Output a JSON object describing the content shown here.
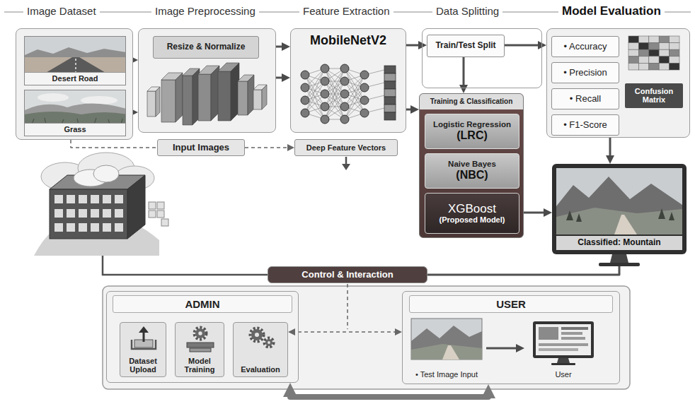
{
  "diagram": {
    "nodes": [
      {
        "text": [
          "Image Dataset"
        ]
      },
      {
        "text": [
          "Desert Road"
        ],
        "in": 0
      },
      {
        "text": [
          "Grass"
        ],
        "in": 0
      },
      {
        "text": [
          "Image Preprocessing"
        ]
      },
      {
        "text": [
          "Resize & Normalize"
        ],
        "in": 3
      },
      {
        "text": [
          "Feature Extraction",
          "MobileNetV2"
        ]
      },
      {
        "text": [
          "Data Splitting"
        ]
      },
      {
        "text": [
          "Train/Test Split"
        ],
        "in": 6
      },
      {
        "text": [
          "Model Evaluation"
        ]
      },
      {
        "text": [
          "• Accuracy"
        ],
        "in": 8
      },
      {
        "text": [
          "• Precision"
        ],
        "in": 8
      },
      {
        "text": [
          "• Recall"
        ],
        "in": 8
      },
      {
        "text": [
          "• F1-Score"
        ],
        "in": 8
      },
      {
        "text": [
          "Confusion Matrix"
        ],
        "in": 8
      },
      {
        "text": [
          "Input Images"
        ]
      },
      {
        "text": [
          "Deep Feature Vectors"
        ]
      },
      {
        "text": [
          "Training & Classification"
        ]
      },
      {
        "text": [
          "Logistic Regression",
          "(LRC)"
        ],
        "in": 16
      },
      {
        "text": [
          "Naive Bayes",
          "(NBC)"
        ],
        "in": 16
      },
      {
        "text": [
          "XGBoost",
          "(Proposed Model)"
        ],
        "in": 16
      },
      {
        "text": [
          "Classified: Mountain"
        ]
      },
      {
        "text": [
          "Control & Interaction"
        ]
      },
      {
        "text": [
          "ADMIN"
        ]
      },
      {
        "text": [
          "Dataset Upload"
        ],
        "in": 22
      },
      {
        "text": [
          "Model Training"
        ],
        "in": 22
      },
      {
        "text": [
          "Evaluation"
        ],
        "in": 22
      },
      {
        "text": [
          "USER"
        ]
      },
      {
        "text": [
          "• Test Image Input"
        ],
        "in": 26
      },
      {
        "text": [
          "User"
        ],
        "in": 26
      }
    ],
    "edges": [
      {
        "from": 1,
        "to": 3,
        "arrow": "to"
      },
      {
        "from": 2,
        "to": 3,
        "arrow": "to"
      },
      {
        "from": 4,
        "to": 5,
        "arrow": "to"
      },
      {
        "from": 3,
        "to": 5,
        "arrow": "to"
      },
      {
        "from": 5,
        "to": 7,
        "arrow": "to"
      },
      {
        "from": 5,
        "to": 16,
        "arrow": "to"
      },
      {
        "from": 7,
        "to": 16,
        "arrow": "to"
      },
      {
        "from": 7,
        "to": 8,
        "arrow": "to"
      },
      {
        "from": 8,
        "to": 20,
        "arrow": "to"
      },
      {
        "from": 19,
        "to": 20,
        "arrow": "to"
      },
      {
        "from": 0,
        "to": 14,
        "arrow": "none"
      },
      {
        "from": 14,
        "to": 15,
        "arrow": "to"
      },
      {
        "from": 20,
        "to": 21,
        "arrow": "none"
      },
      {
        "from": 25,
        "to": 26,
        "arrow": "both"
      },
      {
        "from": 27,
        "to": 28,
        "arrow": "to"
      },
      {
        "from": 26,
        "to": 22,
        "arrow": "both"
      }
    ]
  }
}
